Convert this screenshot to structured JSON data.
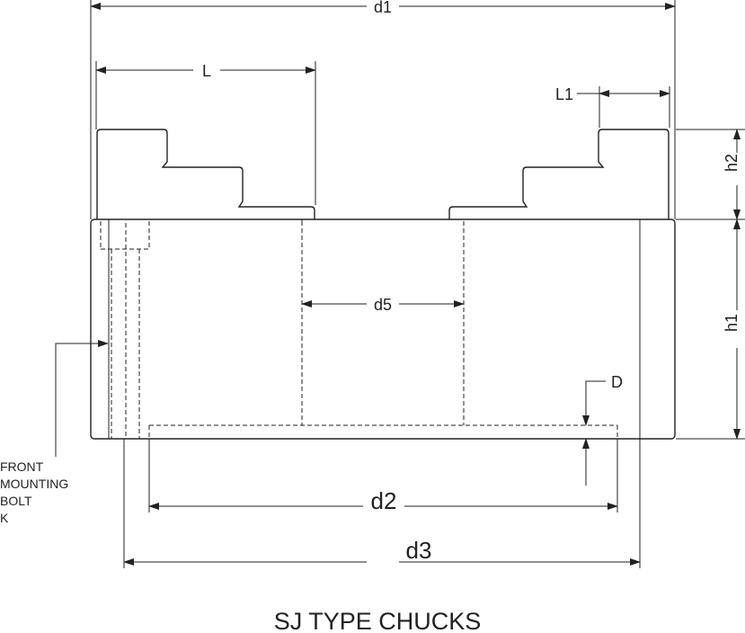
{
  "title": "SJ TYPE CHUCKS",
  "dimensions": {
    "d1": "d1",
    "L": "L",
    "L1": "L1",
    "h2": "h2",
    "h1": "h1",
    "d5": "d5",
    "D": "D",
    "d2": "d2",
    "d3": "d3"
  },
  "callout": {
    "line1": "FRONT",
    "line2": "MOUNTING",
    "line3": "BOLT",
    "line4": "K"
  },
  "colors": {
    "line": "#222222",
    "background": "#ffffff"
  }
}
